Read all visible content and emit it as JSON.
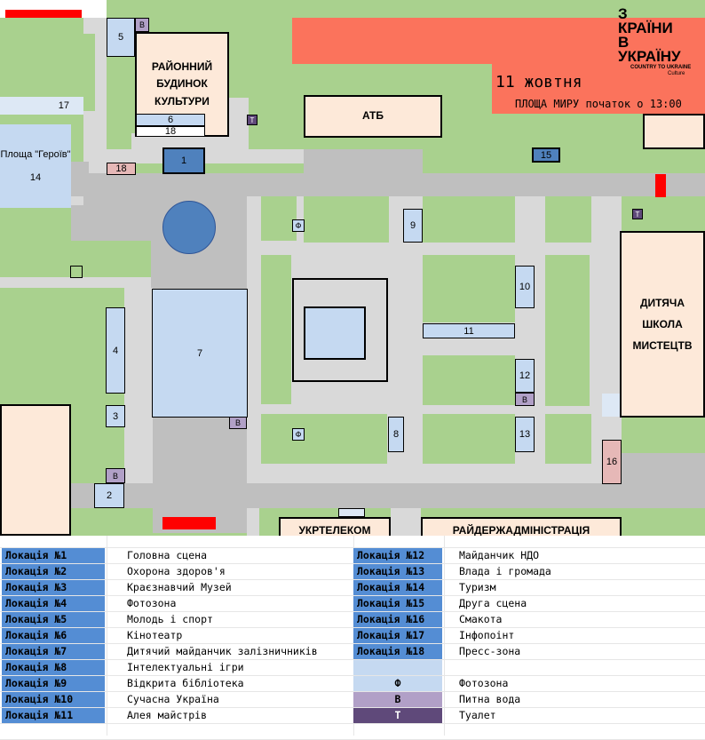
{
  "banner": {
    "date": "11 жовтня",
    "subtitle": "ПЛОЩА МИРУ початок о 13:00",
    "logo_line1": "З",
    "logo_line2": "КРАЇНИ",
    "logo_line3": "В",
    "logo_line4": "УКРАЇНУ",
    "logo_en": "COUNTRY TO UKRAINE",
    "logo_sub": "Culture"
  },
  "buildings": {
    "culture_house": "РАЙОННИЙ БУДИНОК КУЛЬТУРИ",
    "atb": "АТБ",
    "art_school": "ДИТЯЧА ШКОЛА МИСТЕЦТВ",
    "ukrtelecom": "УКРТЕЛЕКОМ",
    "admin": "РАЙДЕРЖАДМІНІСТРАЦІЯ",
    "heroes_square": "Площа \"Героїв\""
  },
  "map_labels": {
    "l1": "1",
    "l2": "2",
    "l3": "3",
    "l4": "4",
    "l5": "5",
    "l6": "6",
    "l7": "7",
    "l8": "8",
    "l9": "9",
    "l10": "10",
    "l11": "11",
    "l12": "12",
    "l13": "13",
    "l14": "14",
    "l15": "15",
    "l16": "16",
    "l17": "17",
    "l18": "18",
    "water": "B",
    "toilet": "T",
    "photo": "Ф"
  },
  "legend_left": [
    {
      "code": "Локація №1",
      "name": "Головна сцена"
    },
    {
      "code": "Локація №2",
      "name": "Охорона здоров'я"
    },
    {
      "code": "Локація №3",
      "name": "Краєзнавчий Музей"
    },
    {
      "code": "Локація №4",
      "name": "Фотозона"
    },
    {
      "code": "Локація №5",
      "name": "Молодь і спорт"
    },
    {
      "code": "Локація №6",
      "name": "Кінотеатр"
    },
    {
      "code": "Локація №7",
      "name": "Дитячий майданчик залізничників"
    },
    {
      "code": "Локація №8",
      "name": "Інтелектуальні ігри"
    },
    {
      "code": "Локація №9",
      "name": "Відкрита бібліотека"
    },
    {
      "code": "Локація №10",
      "name": "Сучасна Україна"
    },
    {
      "code": "Локація №11",
      "name": "Алея майстрів"
    }
  ],
  "legend_right": [
    {
      "code": "Локація №12",
      "name": "Майданчик НДО"
    },
    {
      "code": "Локація №13",
      "name": "Влада і громада"
    },
    {
      "code": "Локація №14",
      "name": "Туризм"
    },
    {
      "code": "Локація №15",
      "name": "Друга сцена"
    },
    {
      "code": "Локація №16",
      "name": "Смакота"
    },
    {
      "code": "Локація №17",
      "name": "Інфопоінт"
    },
    {
      "code": "Локація №18",
      "name": "Пресс-зона"
    },
    {
      "code": "",
      "name": ""
    },
    {
      "code": "Ф",
      "name": "Фотозона"
    },
    {
      "code": "В",
      "name": "Питна вода"
    },
    {
      "code": "Т",
      "name": "Туалет"
    }
  ],
  "colors": {
    "grass": "#a9d18e",
    "road": "#d9d9d9",
    "banner": "#fb735c",
    "building": "#fde9d9",
    "location": "#c5d9f1",
    "main_stage": "#4f81bd",
    "legend_code": "#548dd4",
    "water": "#b1a0c7",
    "toilet": "#5f497a",
    "entrance": "#ff0000"
  }
}
